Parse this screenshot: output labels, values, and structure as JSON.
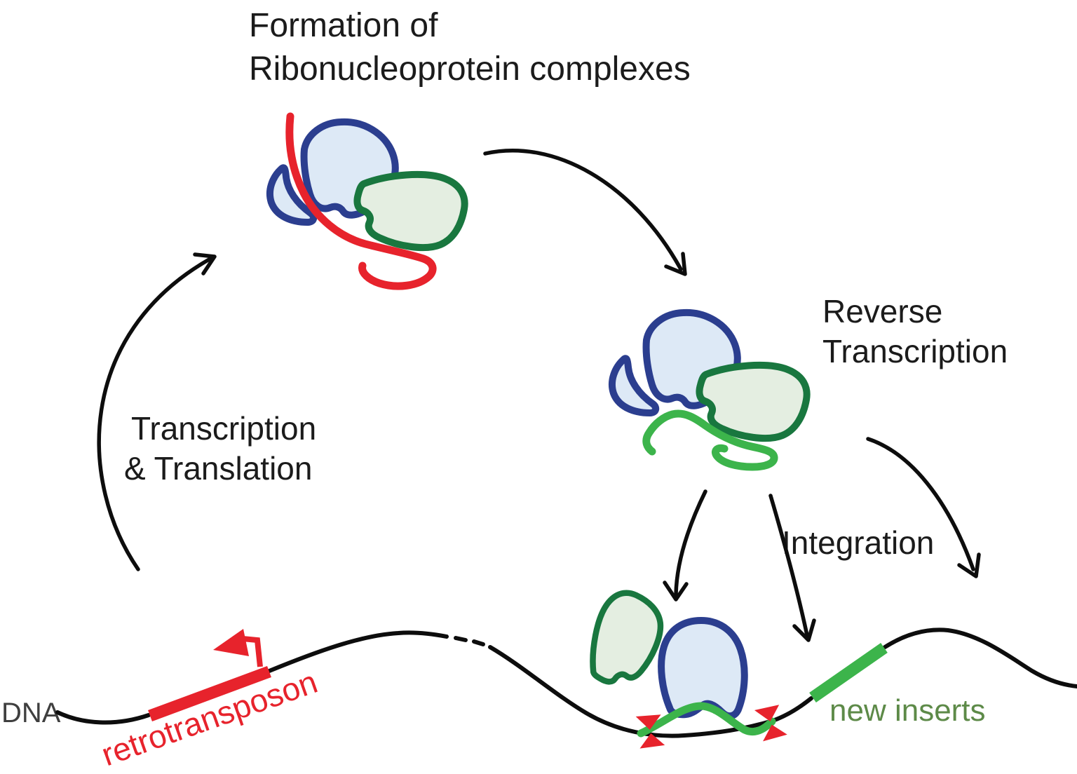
{
  "title": {
    "line1": "Formation of",
    "line2": "Ribonucleoprotein complexes"
  },
  "labels": {
    "transcription_line1": "Transcription",
    "transcription_line2": "& Translation",
    "reverse_line1": "Reverse",
    "reverse_line2": "Transcription",
    "integration": "Integration",
    "dna": "DNA",
    "retrotransposon": "retrotransposon",
    "new_inserts": "new inserts"
  },
  "colors": {
    "text": "#1b1b1b",
    "line": "#0d0d0d",
    "dna_text": "#3f3f3f",
    "red": "#e7232c",
    "blue_stroke": "#2b3e8f",
    "blue_fill": "#dde9f6",
    "green_stroke": "#19773f",
    "green_fill": "#e4eee1",
    "bright_green": "#3cb44b",
    "olive_text": "#5d8a48"
  }
}
